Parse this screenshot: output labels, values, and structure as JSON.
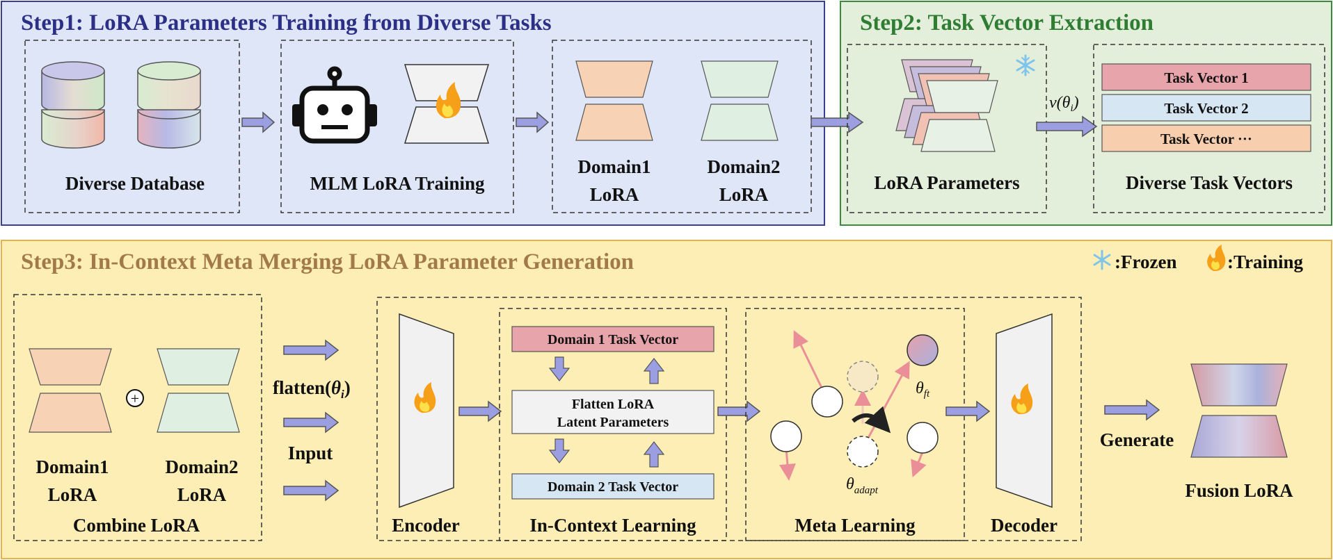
{
  "step1": {
    "title": "Step1: LoRA Parameters Training from Diverse Tasks",
    "db_label": "Diverse Database",
    "mlm_label": "MLM LoRA Training",
    "domain1_line1": "Domain1",
    "domain1_line2": "LoRA",
    "domain2_line1": "Domain2",
    "domain2_line2": "LoRA"
  },
  "step2": {
    "title": "Step2: Task Vector Extraction",
    "lora_params_label": "LoRA Parameters",
    "arrow_label": "v(θ",
    "arrow_label_sub": "i",
    "arrow_label_close": ")",
    "task_vectors": [
      "Task Vector 1",
      "Task Vector 2",
      "Task Vector ···"
    ],
    "task_vector_colors": [
      "#e8a4ab",
      "#d7e6f3",
      "#f7cfae"
    ],
    "diverse_label": "Diverse Task Vectors"
  },
  "step3": {
    "title": "Step3: In-Context Meta Merging LoRA Parameter Generation",
    "legend_frozen": ":Frozen",
    "legend_training": ":Training",
    "combine": {
      "domain1_line1": "Domain1",
      "domain1_line2": "LoRA",
      "domain2_line1": "Domain2",
      "domain2_line2": "LoRA",
      "label": "Combine LoRA",
      "plus": "+"
    },
    "flatten_text": "flatten(",
    "flatten_theta": "θ",
    "flatten_sub": "i",
    "flatten_close": ")",
    "input_label": "Input",
    "encoder_label": "Encoder",
    "icl": {
      "domain1_tv": "Domain 1 Task Vector",
      "flatten_line1": "Flatten LoRA",
      "flatten_line2": "Latent Parameters",
      "domain2_tv": "Domain 2 Task Vector",
      "label": "In-Context Learning"
    },
    "meta": {
      "theta_ft": "θ",
      "theta_ft_sub": "ft",
      "theta_adapt": "θ",
      "theta_adapt_sub": "adapt",
      "label": "Meta Learning"
    },
    "decoder_label": "Decoder",
    "generate_label": "Generate",
    "fusion_label": "Fusion LoRA"
  },
  "colors": {
    "step1_bg": "#dfe6f7",
    "step1_border": "#3c3f8f",
    "step2_bg": "#e3eedb",
    "step2_border": "#3b8a3e",
    "step3_bg": "#fdeeb5",
    "step3_border": "#e9b14a",
    "arrow": "#9b9ee0",
    "peach": "#f8d2b5",
    "mint": "#dff0e3",
    "red_arrow": "#ea8f98"
  }
}
